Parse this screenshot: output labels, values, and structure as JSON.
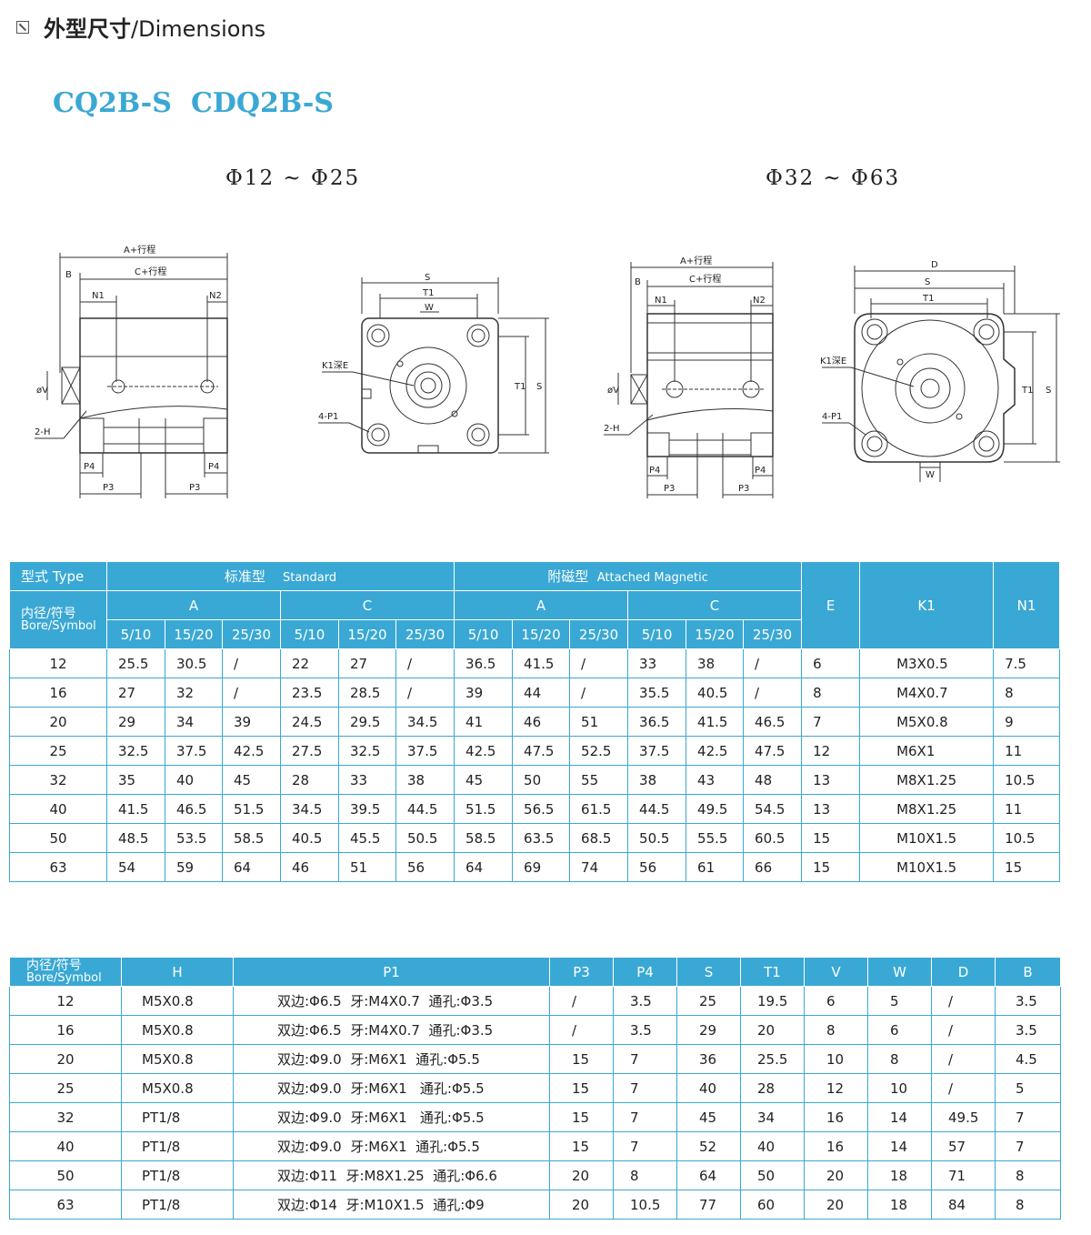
{
  "header": {
    "title_cn": "外型尺寸",
    "title_en": "/Dimensions"
  },
  "models": [
    "CQ2B-S",
    "CDQ2B-S"
  ],
  "ranges": [
    "Φ12 ~ Φ25",
    "Φ32 ~ Φ63"
  ],
  "drawing_labels": {
    "a_stroke": "A+行程",
    "c_stroke": "C+行程",
    "b": "B",
    "n1": "N1",
    "n2": "N2",
    "v": "øV",
    "h": "2-H",
    "p4": "P4",
    "p3": "P3",
    "s": "S",
    "t1": "T1",
    "w": "W",
    "k1": "K1深E",
    "p1": "4-P1",
    "d": "D"
  },
  "table1": {
    "type_label_cn": "型式",
    "type_label_en": "Type",
    "standard_cn": "标准型",
    "standard_en": "Standard",
    "magnetic_cn": "附磁型",
    "magnetic_en": "Attached Magnetic",
    "bore_cn": "内径/符号",
    "bore_en": "Bore/Symbol",
    "a": "A",
    "c": "C",
    "e": "E",
    "k1": "K1",
    "n1": "N1",
    "strokes": [
      "5/10",
      "15/20",
      "25/30"
    ],
    "rows": [
      [
        "12",
        "25.5",
        "30.5",
        "/",
        "22",
        "27",
        "/",
        "36.5",
        "41.5",
        "/",
        "33",
        "38",
        "/",
        "6",
        "M3X0.5",
        "7.5"
      ],
      [
        "16",
        "27",
        "32",
        "/",
        "23.5",
        "28.5",
        "/",
        "39",
        "44",
        "/",
        "35.5",
        "40.5",
        "/",
        "8",
        "M4X0.7",
        "8"
      ],
      [
        "20",
        "29",
        "34",
        "39",
        "24.5",
        "29.5",
        "34.5",
        "41",
        "46",
        "51",
        "36.5",
        "41.5",
        "46.5",
        "7",
        "M5X0.8",
        "9"
      ],
      [
        "25",
        "32.5",
        "37.5",
        "42.5",
        "27.5",
        "32.5",
        "37.5",
        "42.5",
        "47.5",
        "52.5",
        "37.5",
        "42.5",
        "47.5",
        "12",
        "M6X1",
        "11"
      ],
      [
        "32",
        "35",
        "40",
        "45",
        "28",
        "33",
        "38",
        "45",
        "50",
        "55",
        "38",
        "43",
        "48",
        "13",
        "M8X1.25",
        "10.5"
      ],
      [
        "40",
        "41.5",
        "46.5",
        "51.5",
        "34.5",
        "39.5",
        "44.5",
        "51.5",
        "56.5",
        "61.5",
        "44.5",
        "49.5",
        "54.5",
        "13",
        "M8X1.25",
        "11"
      ],
      [
        "50",
        "48.5",
        "53.5",
        "58.5",
        "40.5",
        "45.5",
        "50.5",
        "58.5",
        "63.5",
        "68.5",
        "50.5",
        "55.5",
        "60.5",
        "15",
        "M10X1.5",
        "10.5"
      ],
      [
        "63",
        "54",
        "59",
        "64",
        "46",
        "51",
        "56",
        "64",
        "69",
        "74",
        "56",
        "61",
        "66",
        "15",
        "M10X1.5",
        "15"
      ]
    ]
  },
  "table2": {
    "bore_cn": "内径/符号",
    "bore_en": "Bore/Symbol",
    "headers": [
      "H",
      "P1",
      "P3",
      "P4",
      "S",
      "T1",
      "V",
      "W",
      "D",
      "B"
    ],
    "rows": [
      [
        "12",
        "M5X0.8",
        "双边:Φ6.5  牙:M4X0.7  通孔:Φ3.5",
        "/",
        "3.5",
        "25",
        "19.5",
        "6",
        "5",
        "/",
        "3.5"
      ],
      [
        "16",
        "M5X0.8",
        "双边:Φ6.5  牙:M4X0.7  通孔:Φ3.5",
        "/",
        "3.5",
        "29",
        "20",
        "8",
        "6",
        "/",
        "3.5"
      ],
      [
        "20",
        "M5X0.8",
        "双边:Φ9.0  牙:M6X1  通孔:Φ5.5",
        "15",
        "7",
        "36",
        "25.5",
        "10",
        "8",
        "/",
        "4.5"
      ],
      [
        "25",
        "M5X0.8",
        "双边:Φ9.0  牙:M6X1   通孔:Φ5.5",
        "15",
        "7",
        "40",
        "28",
        "12",
        "10",
        "/",
        "5"
      ],
      [
        "32",
        "PT1/8",
        "双边:Φ9.0  牙:M6X1   通孔:Φ5.5",
        "15",
        "7",
        "45",
        "34",
        "16",
        "14",
        "49.5",
        "7"
      ],
      [
        "40",
        "PT1/8",
        "双边:Φ9.0  牙:M6X1  通孔:Φ5.5",
        "15",
        "7",
        "52",
        "40",
        "16",
        "14",
        "57",
        "7"
      ],
      [
        "50",
        "PT1/8",
        "双边:Φ11  牙:M8X1.25  通孔:Φ6.6",
        "20",
        "8",
        "64",
        "50",
        "20",
        "18",
        "71",
        "8"
      ],
      [
        "63",
        "PT1/8",
        "双边:Φ14  牙:M10X1.5  通孔:Φ9",
        "20",
        "10.5",
        "77",
        "60",
        "20",
        "18",
        "84",
        "8"
      ]
    ]
  }
}
